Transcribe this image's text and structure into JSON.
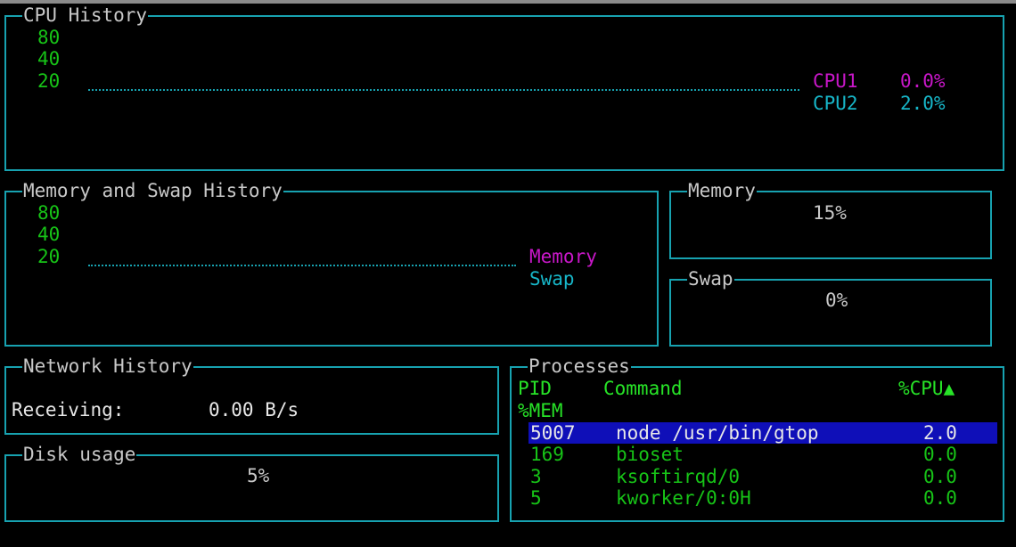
{
  "cpu": {
    "title": "CPU History",
    "y_ticks": [
      "80",
      "40",
      "20"
    ],
    "legend": [
      {
        "name": "CPU1",
        "value": "0.0%",
        "color": "#c817c8"
      },
      {
        "name": "CPU2",
        "value": "2.0%",
        "color": "#17b6c8"
      }
    ]
  },
  "mem_history": {
    "title": "Memory and Swap History",
    "y_ticks": [
      "80",
      "40",
      "20"
    ],
    "legend": [
      {
        "name": "Memory",
        "color": "#c817c8"
      },
      {
        "name": "Swap",
        "color": "#17b6c8"
      }
    ]
  },
  "memory": {
    "title": "Memory",
    "value": "15%"
  },
  "swap": {
    "title": "Swap",
    "value": "0%"
  },
  "network": {
    "title": "Network History",
    "label": "Receiving:",
    "value": "0.00 B/s"
  },
  "disk": {
    "title": "Disk usage",
    "value": "5%"
  },
  "processes": {
    "title": "Processes",
    "headers": {
      "pid": "PID",
      "command": "Command",
      "cpu": "%CPU▲",
      "mem": "%MEM"
    },
    "rows": [
      {
        "pid": "5007",
        "command": "node /usr/bin/gtop",
        "cpu": "2.0"
      },
      {
        "pid": "169",
        "command": "bioset",
        "cpu": "0.0"
      },
      {
        "pid": "3",
        "command": "ksoftirqd/0",
        "cpu": "0.0"
      },
      {
        "pid": "5",
        "command": "kworker/0:0H",
        "cpu": "0.0"
      }
    ]
  },
  "colors": {
    "border": "#17a2b0",
    "text_green": "#17c317",
    "selection": "#0f0fb8"
  }
}
